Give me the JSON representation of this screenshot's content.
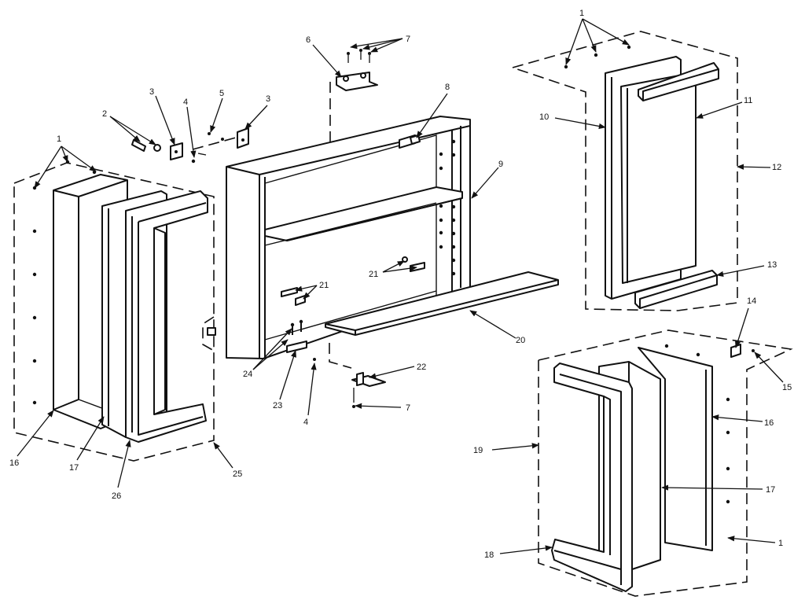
{
  "labels": {
    "l1": "1",
    "l2": "2",
    "l3": "3",
    "l4": "4",
    "l5": "5",
    "l6": "6",
    "l7": "7",
    "l8": "8",
    "l9": "9",
    "l10": "10",
    "l11": "11",
    "l12": "12",
    "l13": "13",
    "l14": "14",
    "l15": "15",
    "l16": "16",
    "l17": "17",
    "l18": "18",
    "l19": "19",
    "l20": "20",
    "l21": "21",
    "l22": "22",
    "l23": "23",
    "l24": "24",
    "l25": "25",
    "l26": "26"
  }
}
